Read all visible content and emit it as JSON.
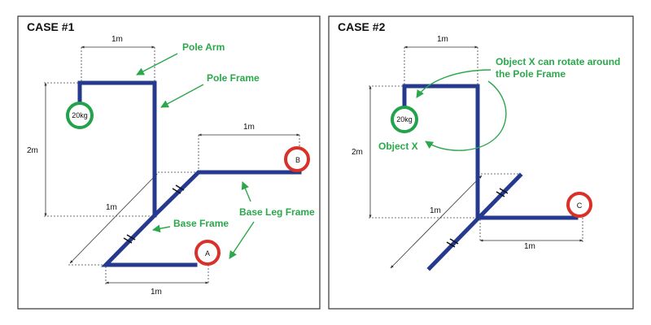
{
  "case1": {
    "title": "CASE #1",
    "dims": {
      "top": "1m",
      "height": "2m",
      "diag": "1m",
      "right": "1m",
      "bottom": "1m"
    },
    "labels": {
      "pole_arm": "Pole Arm",
      "pole_frame": "Pole Frame",
      "base_frame": "Base Frame",
      "base_leg_frame": "Base Leg Frame"
    },
    "weight": "20kg",
    "point_a": "A",
    "point_b": "B"
  },
  "case2": {
    "title": "CASE #2",
    "dims": {
      "top": "1m",
      "height": "2m",
      "diag": "1m",
      "bottom": "1m"
    },
    "labels": {
      "rotate_line1": "Object X can rotate around",
      "rotate_line2": "the Pole Frame",
      "object_x": "Object X"
    },
    "weight": "20kg",
    "point_c": "C"
  },
  "colors": {
    "frame": "#253a8f",
    "annotation": "#2aa84a",
    "load_point": "#d9302a",
    "weight_ring": "#22a24a"
  }
}
